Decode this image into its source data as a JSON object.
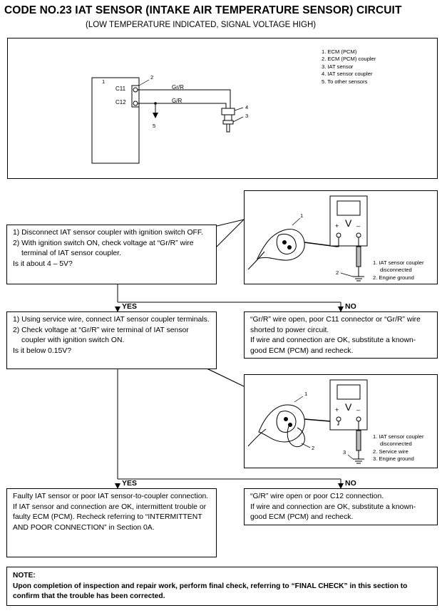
{
  "header": {
    "title": "CODE NO.23  IAT SENSOR (INTAKE AIR TEMPERATURE SENSOR) CIRCUIT",
    "subtitle": "(LOW TEMPERATURE INDICATED, SIGNAL VOLTAGE HIGH)"
  },
  "circuit": {
    "legend": [
      "1. ECM (PCM)",
      "2. ECM (PCM) coupler",
      "3. IAT sensor",
      "4. IAT sensor coupler",
      "5. To other sensors"
    ],
    "terminal_c11": "C11",
    "terminal_c12": "C12",
    "wire_gr_r": "Gr/R",
    "wire_g_r": "G/R",
    "callouts": {
      "n1": "1",
      "n2": "2",
      "n3": "3",
      "n4": "4",
      "n5": "5"
    }
  },
  "step1": {
    "items": [
      "1) Disconnect IAT sensor coupler with ignition switch OFF.",
      "2) With ignition switch ON, check voltage at “Gr/R” wire terminal of IAT sensor coupler."
    ],
    "question": "Is it about 4 – 5V?"
  },
  "fig1": {
    "legend": [
      "1. IAT sensor coupler",
      "disconnected",
      "2. Engine ground"
    ],
    "meter_v": "V",
    "plus": "+",
    "minus": "–",
    "n1": "1",
    "n2": "2"
  },
  "yes1": "YES",
  "no1": "NO",
  "no1_box": {
    "lines": [
      "“Gr/R” wire open, poor C11 connector or “Gr/R” wire shorted to power circuit.",
      "If wire and connection are OK, substitute a known-good ECM (PCM) and recheck."
    ]
  },
  "step2": {
    "items": [
      "1) Using service wire, connect IAT sensor coupler terminals.",
      "2) Check voltage at “Gr/R” wire terminal of IAT sensor coupler with ignition switch ON."
    ],
    "question": "Is it below 0.15V?"
  },
  "fig2": {
    "legend": [
      "1. IAT sensor coupler",
      "disconnected",
      "2. Service wire",
      "3. Engine ground"
    ],
    "meter_v": "V",
    "plus": "+",
    "minus": "–",
    "n1": "1",
    "n2": "2",
    "n3": "3"
  },
  "yes2": "YES",
  "no2": "NO",
  "yes2_box": {
    "lines": [
      "Faulty IAT sensor or poor IAT sensor-to-coupler connection.",
      "If IAT sensor and connection are OK, intermittent trouble or faulty ECM (PCM). Recheck referring to “INTERMITTENT AND POOR CONNECTION” in Section 0A."
    ]
  },
  "no2_box": {
    "lines": [
      "“G/R” wire open or poor C12 connection.",
      "If wire and connection are OK, substitute a known-good ECM (PCM) and recheck."
    ]
  },
  "note": {
    "heading": "NOTE:",
    "body": "Upon completion of inspection and repair work, perform final check, referring to “FINAL CHECK” in this section to confirm that the trouble has been corrected."
  }
}
